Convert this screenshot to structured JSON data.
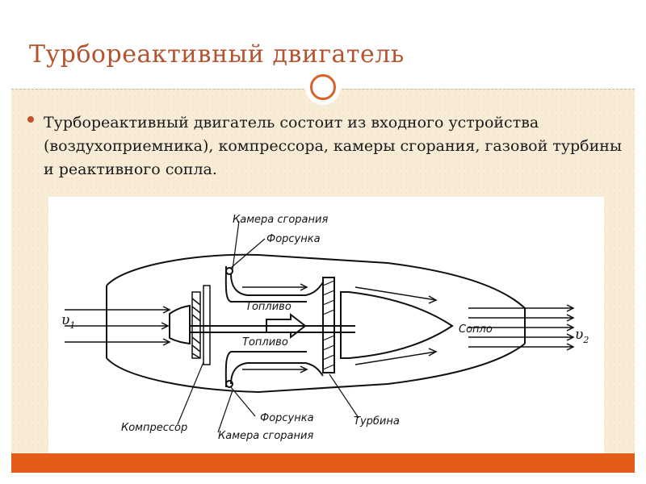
{
  "title": "Турбореактивный двигатель",
  "body": "Турбореактивный двигатель состоит из входного устройства (воздухоприемника), компрессора, камеры сгорания, газовой турбины и реактивного сопла.",
  "diagram": {
    "labels": {
      "chamber_top": "Камера сгорания",
      "injector_top": "Форсунка",
      "fuel_top": "Топливо",
      "fuel_bottom": "Топливо",
      "nozzle": "Сопло",
      "compressor": "Компрессор",
      "injector_bottom": "Форсунка",
      "turbine": "Турбина",
      "chamber_bottom": "Камера сгорания",
      "v_in": "υ",
      "v_in_sub": "1",
      "v_out": "υ",
      "v_out_sub": "2"
    }
  },
  "colors": {
    "title": "#b5532f",
    "accent": "#e55b18",
    "background": "#f8ecd6"
  }
}
